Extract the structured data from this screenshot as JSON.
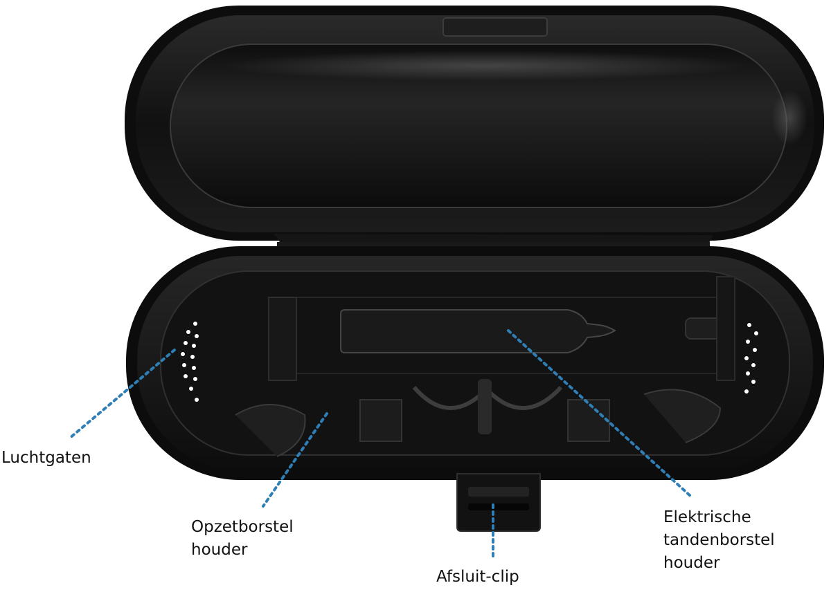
{
  "diagram": {
    "leader_color": "#2f7fb6",
    "case_color": "#141414",
    "callouts": {
      "luchtgaten": {
        "lines": [
          "Luchtgaten"
        ]
      },
      "opzetborstel_houder": {
        "lines": [
          "Opzetborstel",
          "houder"
        ]
      },
      "afsluit_clip": {
        "lines": [
          "Afsluit-clip"
        ]
      },
      "elektrische_tandenborstel_houder": {
        "lines": [
          "Elektrische",
          "tandenborstel",
          "houder"
        ]
      }
    }
  }
}
